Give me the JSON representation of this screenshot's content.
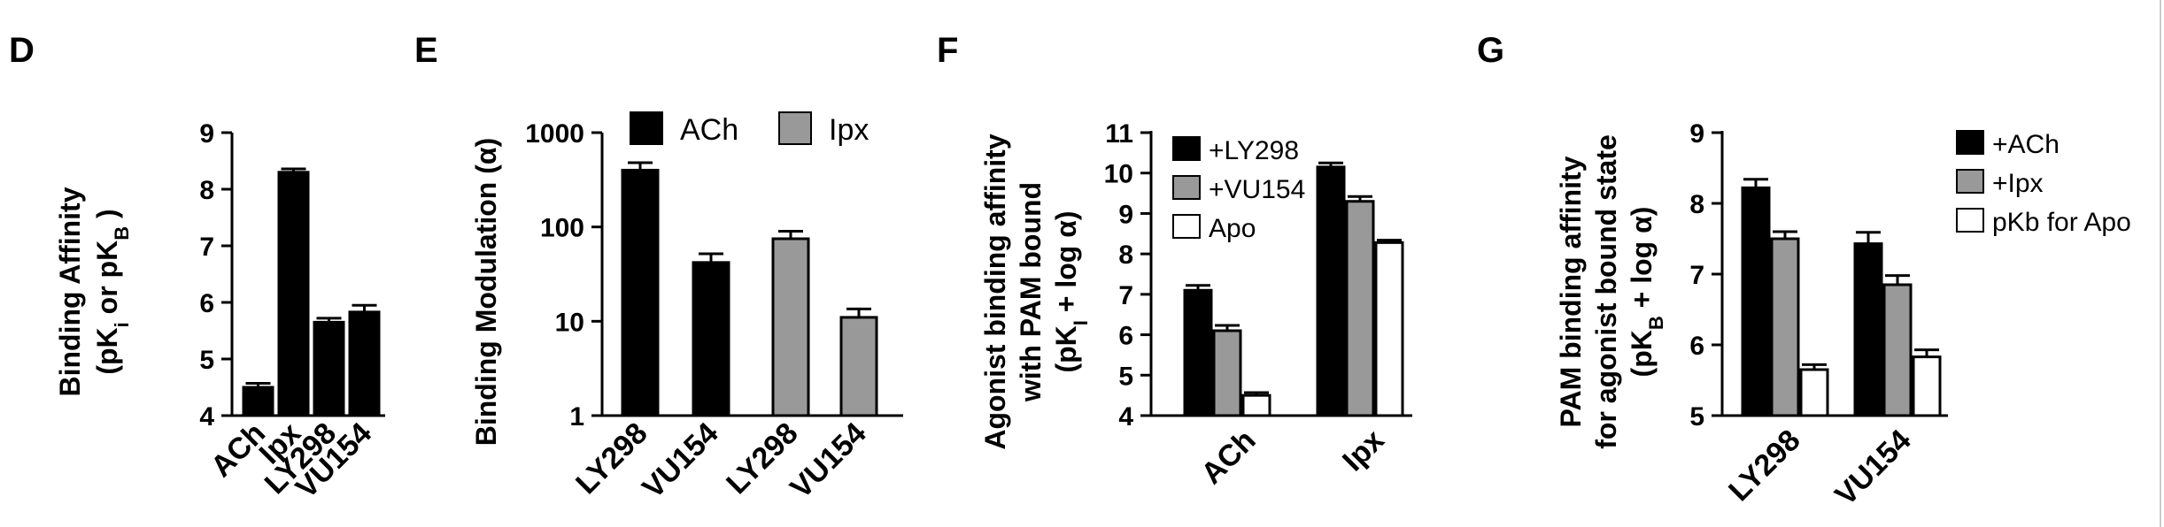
{
  "colors": {
    "black": "#000000",
    "gray": "#999999",
    "white": "#ffffff"
  },
  "chart_data": [
    {
      "panel": "D",
      "type": "bar",
      "ylabel": "Binding Affinity",
      "ylabel_line2": "(pK",
      "ylabel_line2_sub1": "i",
      "ylabel_line2_mid": " or pK",
      "ylabel_line2_sub2": "B",
      "ylabel_line2_end": " )",
      "ylim": [
        4,
        9
      ],
      "yticks": [
        "4",
        "5",
        "6",
        "7",
        "8",
        "9"
      ],
      "categories": [
        "ACh",
        "Ipx",
        "LY298",
        "VU154"
      ],
      "series": [
        {
          "values": [
            4.5,
            8.3,
            5.65,
            5.83
          ],
          "errors": [
            0.07,
            0.06,
            0.07,
            0.12
          ],
          "fill": "#000000"
        }
      ]
    },
    {
      "panel": "E",
      "type": "bar",
      "scale": "log",
      "ylabel": "Binding Modulation (α)",
      "ylim": [
        1,
        1000
      ],
      "yticks": [
        "1",
        "10",
        "100",
        "1000"
      ],
      "categories": [
        "LY298",
        "VU154",
        "LY298",
        "VU154"
      ],
      "legend": [
        "ACh",
        "Ipx"
      ],
      "series": [
        {
          "name": "ACh",
          "values": [
            400,
            42
          ],
          "errors": [
            80,
            10
          ],
          "fill": "#000000"
        },
        {
          "name": "Ipx",
          "values": [
            75,
            11
          ],
          "errors": [
            15,
            2.5
          ],
          "fill": "#999999"
        }
      ]
    },
    {
      "panel": "F",
      "type": "bar",
      "ylabel": "Agonist binding affinity",
      "ylabel_line2": "with PAM bound",
      "ylabel_line3": "(pK",
      "ylabel_line3_sub": "I",
      "ylabel_line3_end": " + log α)",
      "ylim": [
        4,
        11
      ],
      "yticks": [
        "4",
        "5",
        "6",
        "7",
        "8",
        "9",
        "10",
        "11"
      ],
      "categories": [
        "ACh",
        "Ipx"
      ],
      "legend": [
        "+LY298",
        "+VU154",
        "Apo"
      ],
      "series": [
        {
          "name": "+LY298",
          "values": [
            7.1,
            10.15
          ],
          "errors": [
            0.12,
            0.1
          ],
          "fill": "#000000"
        },
        {
          "name": "+VU154",
          "values": [
            6.1,
            9.3
          ],
          "errors": [
            0.13,
            0.12
          ],
          "fill": "#999999"
        },
        {
          "name": "Apo",
          "values": [
            4.5,
            8.28
          ],
          "errors": [
            0.07,
            0.06
          ],
          "fill": "#ffffff"
        }
      ]
    },
    {
      "panel": "G",
      "type": "bar",
      "ylabel": "PAM binding affinity",
      "ylabel_line2": "for agonist bound state",
      "ylabel_line3": "(pK",
      "ylabel_line3_sub": "B",
      "ylabel_line3_end": " + log α)",
      "ylim": [
        5,
        9
      ],
      "yticks": [
        "5",
        "6",
        "7",
        "8",
        "9"
      ],
      "categories": [
        "LY298",
        "VU154"
      ],
      "legend": [
        "+ACh",
        "+Ipx",
        "pKb for Apo"
      ],
      "series": [
        {
          "name": "+ACh",
          "values": [
            8.22,
            7.43
          ],
          "errors": [
            0.12,
            0.16
          ],
          "fill": "#000000"
        },
        {
          "name": "+Ipx",
          "values": [
            7.5,
            6.85
          ],
          "errors": [
            0.1,
            0.13
          ],
          "fill": "#999999"
        },
        {
          "name": "pKb for Apo",
          "values": [
            5.65,
            5.83
          ],
          "errors": [
            0.07,
            0.1
          ],
          "fill": "#ffffff"
        }
      ]
    }
  ]
}
